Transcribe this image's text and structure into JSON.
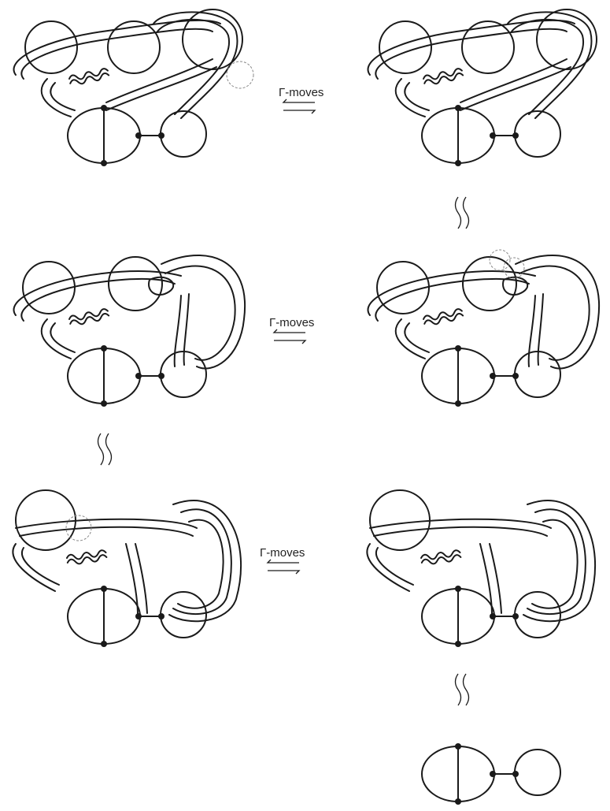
{
  "figure": {
    "move_label": "Γ-moves",
    "rows": [
      {
        "left_panel": "stage-1",
        "right_panel": "stage-2"
      },
      {
        "left_panel": "stage-4",
        "right_panel": "stage-3"
      },
      {
        "left_panel": "stage-5",
        "right_panel": "stage-6"
      }
    ],
    "final_panel": "stage-7",
    "equivalence_symbol": "wavy-equivalence"
  },
  "colors": {
    "stroke": "#1a1a1a",
    "vertex": "#1a1a1a",
    "highlight_circle": "#888888"
  }
}
